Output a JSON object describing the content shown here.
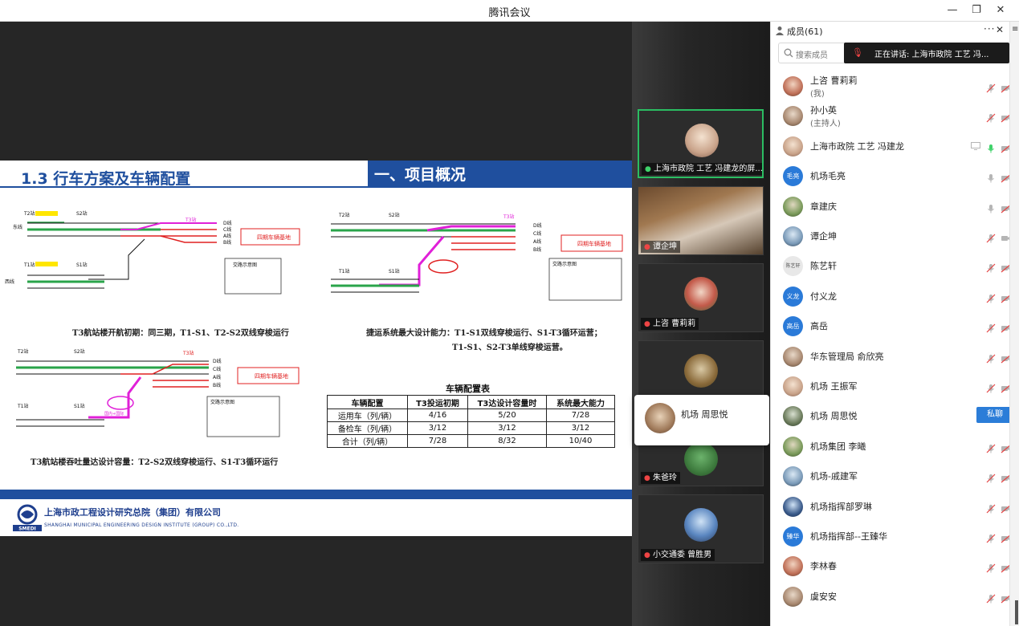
{
  "window": {
    "title": "腾讯会议"
  },
  "slide": {
    "section": "1.3 行车方案及车辆配置",
    "header": "一、项目概况",
    "captions": {
      "c1": "T3航站楼开航初期：同三期，T1-S1、T2-S2双线穿梭运行",
      "c2": "捷运系统最大设计能力：T1-S1双线穿梭运行、S1-T3循环运营；",
      "c3": "T1-S1、S2-T3单线穿梭运营。",
      "c4": "T3航站楼吞吐量达设计容量：T2-S2双线穿梭运行、S1-T3循环运行"
    },
    "diagram_labels": {
      "base": "四期车辆基地",
      "d": "D线",
      "c": "C线",
      "a": "A线",
      "b": "B线",
      "t1": "T1站",
      "t2": "T2站",
      "s1": "S1站",
      "s2": "S2站",
      "t3": "T3站",
      "east": "东线",
      "west": "西线",
      "legend": "交路示意图",
      "domestic": "国内+国际"
    },
    "table": {
      "title": "车辆配置表",
      "headers": [
        "车辆配置",
        "T3投运初期",
        "T3达设计容量时",
        "系统最大能力"
      ],
      "rows": [
        [
          "运用车（列/辆）",
          "4/16",
          "5/20",
          "7/28"
        ],
        [
          "备检车（列/辆）",
          "3/12",
          "3/12",
          "3/12"
        ],
        [
          "合计（列/辆）",
          "7/28",
          "8/32",
          "10/40"
        ]
      ]
    },
    "company": {
      "cn": "上海市政工程设计研究总院（集团）有限公司",
      "en": "SHANGHAI MUNICIPAL ENGINEERING DESIGN INSTITUTE (GROUP) CO.,LTD.",
      "logo_text": "SMEDI"
    }
  },
  "videos": [
    {
      "label": "上海市政院 工艺 冯建龙的屏...",
      "mic": "on",
      "active": true
    },
    {
      "label": "谭企坤",
      "mic": "off"
    },
    {
      "label": "上咨 曹莉莉",
      "mic": "off"
    },
    {
      "label": "",
      "mic": "off"
    },
    {
      "label": "朱爸玲",
      "mic": "off"
    },
    {
      "label": "小交通委 曾胜男",
      "mic": "off"
    }
  ],
  "popup": {
    "name": "机场 周思悦"
  },
  "panel": {
    "title": "成员(61)",
    "search_placeholder": "搜索成员",
    "speaking": "正在讲话: 上海市政院 工艺 冯...",
    "chat_button": "私聊",
    "members": [
      {
        "name": "上咨 曹莉莉",
        "sub": "(我)",
        "avatar": "photo",
        "mic": "off",
        "cam": "off"
      },
      {
        "name": "孙小英",
        "sub": "(主持人)",
        "avatar": "photo",
        "mic": "off",
        "cam": "off"
      },
      {
        "name": "上海市政院 工艺 冯建龙",
        "avatar": "photo",
        "mic": "on",
        "cam": "off",
        "screen": true
      },
      {
        "name": "机场毛亮",
        "avatar": "text",
        "avatar_text": "毛亮",
        "mic": "idle",
        "cam": "off"
      },
      {
        "name": "章建庆",
        "avatar": "photo",
        "mic": "idle",
        "cam": "off"
      },
      {
        "name": "谭企坤",
        "avatar": "photo",
        "mic": "off",
        "cam": "idle"
      },
      {
        "name": "陈艺轩",
        "avatar": "text-light",
        "avatar_text": "陈艺轩",
        "mic": "off",
        "cam": "off"
      },
      {
        "name": "付义龙",
        "avatar": "text",
        "avatar_text": "义龙",
        "mic": "off",
        "cam": "off"
      },
      {
        "name": "高岳",
        "avatar": "text",
        "avatar_text": "高岳",
        "mic": "off",
        "cam": "off"
      },
      {
        "name": "华东管理局 俞欣亮",
        "avatar": "photo",
        "mic": "off",
        "cam": "off"
      },
      {
        "name": "机场   王振军",
        "avatar": "photo",
        "mic": "off",
        "cam": "off"
      },
      {
        "name": "机场 周思悦",
        "avatar": "photo",
        "chat": true
      },
      {
        "name": "机场集团 李曦",
        "avatar": "photo",
        "mic": "off",
        "cam": "off"
      },
      {
        "name": "机场-戚建军",
        "avatar": "photo",
        "mic": "off",
        "cam": "off"
      },
      {
        "name": "机场指挥部罗琳",
        "avatar": "photo",
        "mic": "off",
        "cam": "off"
      },
      {
        "name": "机场指挥部--王臻华",
        "avatar": "text",
        "avatar_text": "臻华",
        "mic": "off",
        "cam": "off"
      },
      {
        "name": "李林春",
        "avatar": "photo",
        "mic": "off",
        "cam": "off"
      },
      {
        "name": "虞安安",
        "avatar": "photo",
        "mic": "off",
        "cam": "off"
      }
    ]
  },
  "colors": {
    "brand_blue": "#1f4f9e",
    "track_green": "#2aa44a",
    "track_magenta": "#e020d8",
    "track_red": "#e02020",
    "mic_green": "#3fd26a",
    "muted_red": "#e44444",
    "chat_blue": "#2b7dd8"
  }
}
